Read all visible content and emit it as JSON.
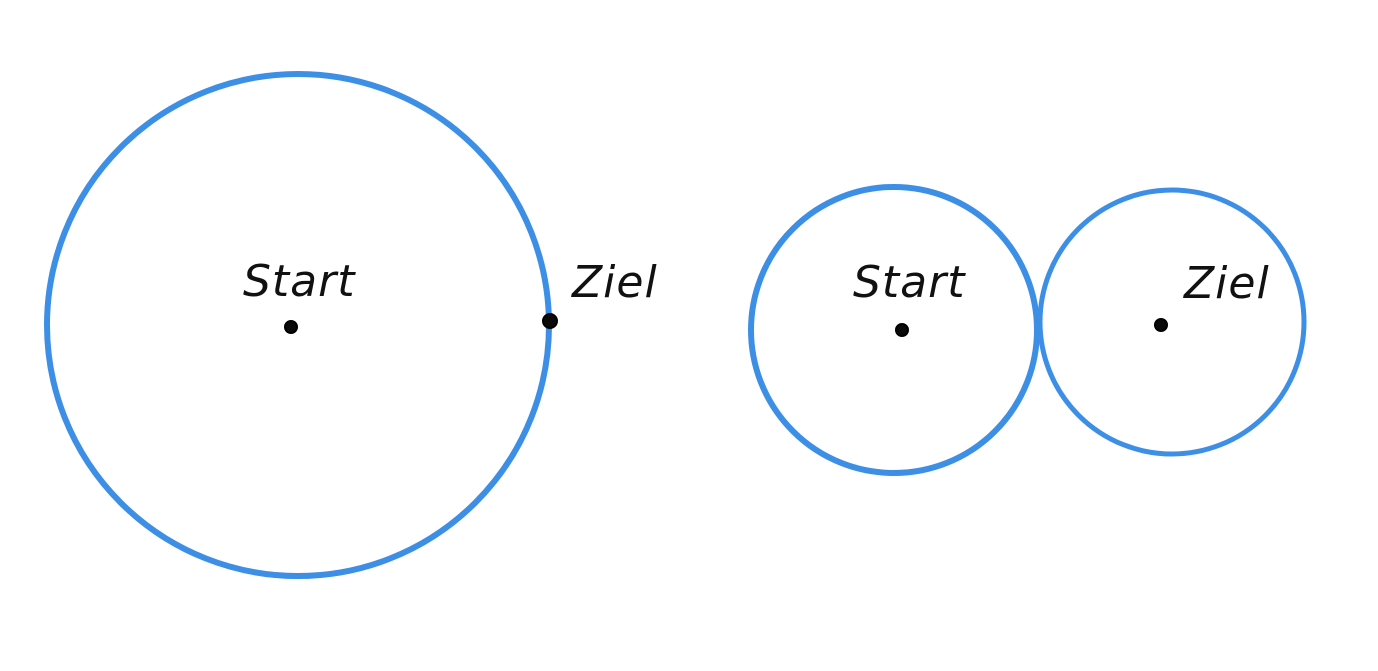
{
  "colors": {
    "circle_stroke": "#3d8fe6",
    "point_fill": "#0a0a0a",
    "background": "#ffffff"
  },
  "diagram_1": {
    "start_label": "Start",
    "goal_label": "Ziel"
  },
  "diagram_2": {
    "start_label": "Start",
    "goal_label": "Ziel"
  }
}
